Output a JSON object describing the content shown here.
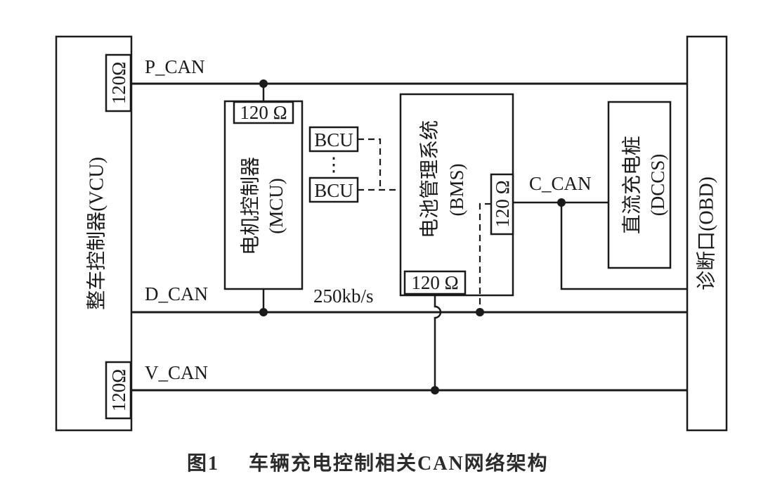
{
  "diagram": {
    "vcu_label": "整车控制器(VCU)",
    "obd_label": "诊断口(OBD)",
    "mcu_name": "电机控制器",
    "mcu_abbr": "(MCU)",
    "bms_name": "电池管理系统",
    "bms_abbr": "(BMS)",
    "dccs_name": "直流充电桩",
    "dccs_abbr": "(DCCS)",
    "bcu_label": "BCU",
    "bcu_ellipsis": "⋮",
    "resistor_label": "120 Ω",
    "resistor_label_tight": "120Ω",
    "bus_p": "P_CAN",
    "bus_d": "D_CAN",
    "bus_v": "V_CAN",
    "bus_c": "C_CAN",
    "bitrate": "250kb/s"
  },
  "caption": {
    "figure_no": "图1",
    "title": "车辆充电控制相关CAN网络架构"
  }
}
